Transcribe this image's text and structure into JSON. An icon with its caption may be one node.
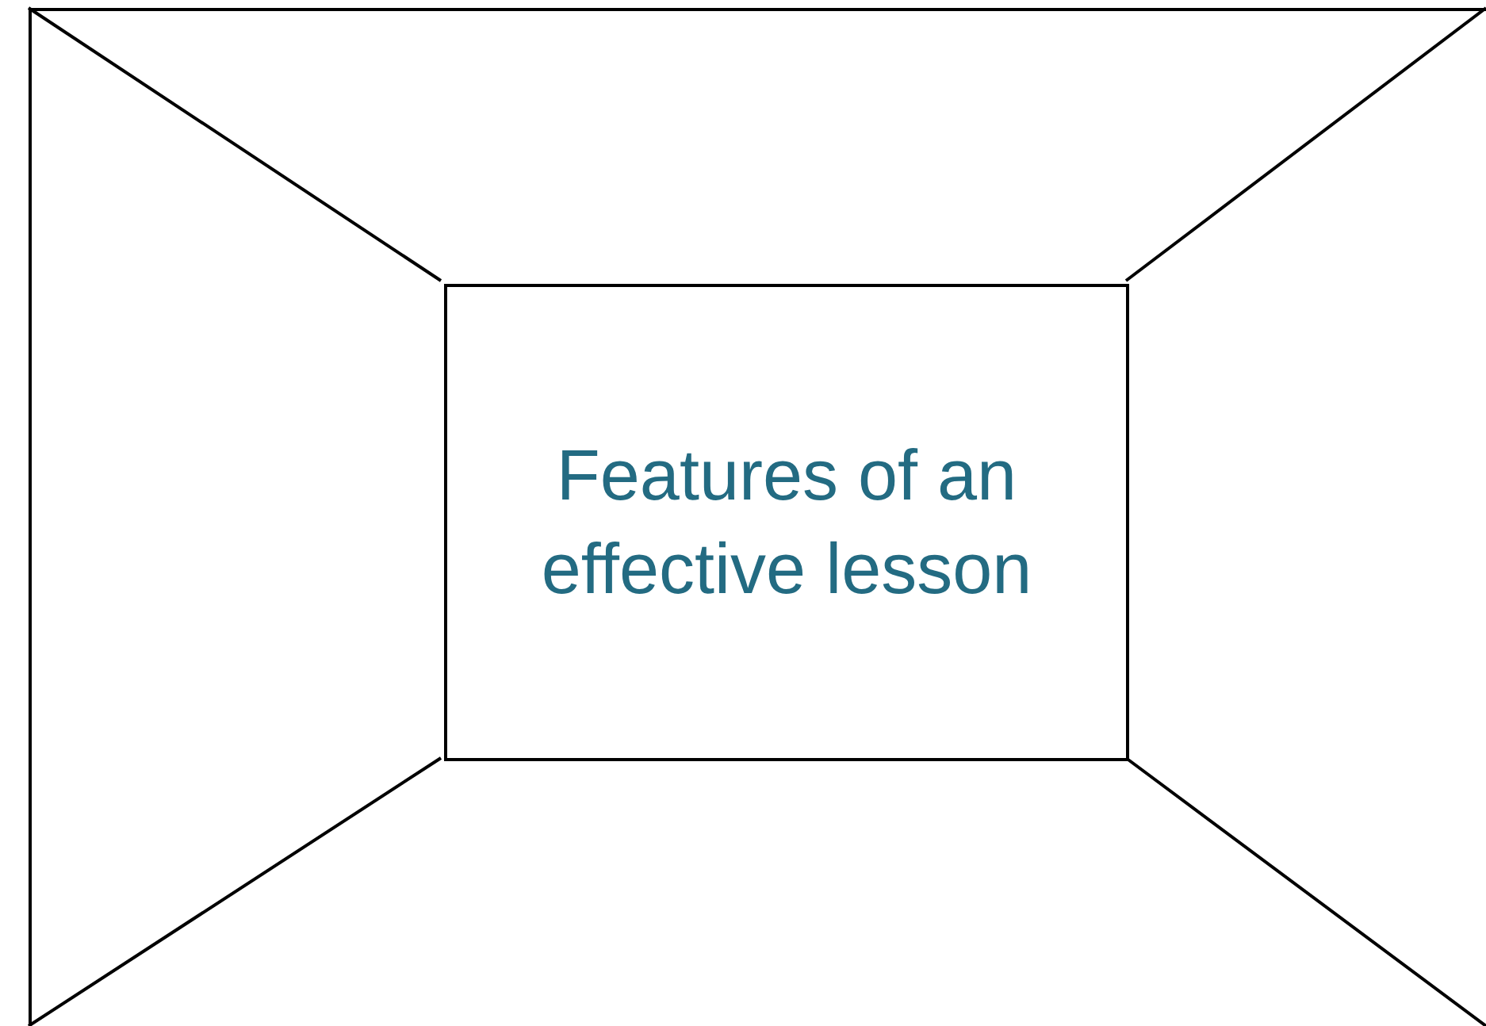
{
  "diagram": {
    "nodes": [
      {
        "text": [],
        "shape": "box"
      },
      {
        "text": [
          "Features of an effective lesson"
        ],
        "in": 0
      }
    ],
    "edges": [
      {
        "from": 1,
        "to": 0,
        "arrow": "none"
      },
      {
        "from": 1,
        "to": 0,
        "arrow": "none"
      },
      {
        "from": 1,
        "to": 0,
        "arrow": "none"
      },
      {
        "from": 1,
        "to": 0,
        "arrow": "none"
      }
    ]
  }
}
